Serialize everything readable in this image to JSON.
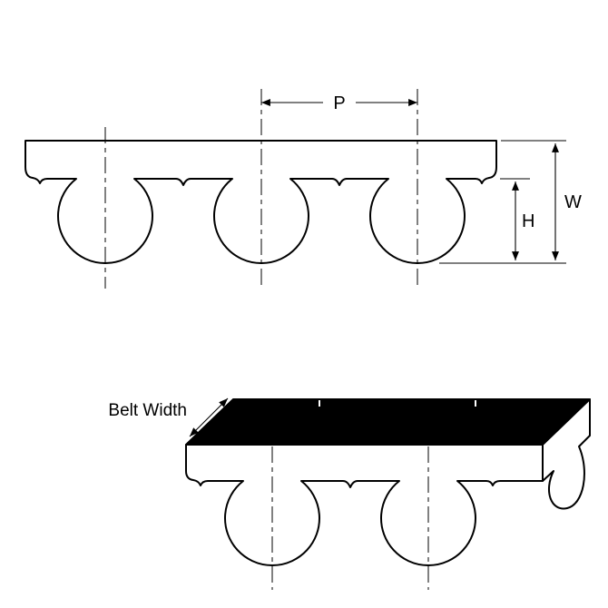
{
  "diagram": {
    "labels": {
      "pitch": "P",
      "overall_height": "W",
      "tooth_height": "H",
      "belt_width": "Belt Width"
    },
    "colors": {
      "stroke": "#000000",
      "background": "#ffffff",
      "top_surface_fill": "#000000",
      "profile_fill": "#ffffff"
    }
  }
}
